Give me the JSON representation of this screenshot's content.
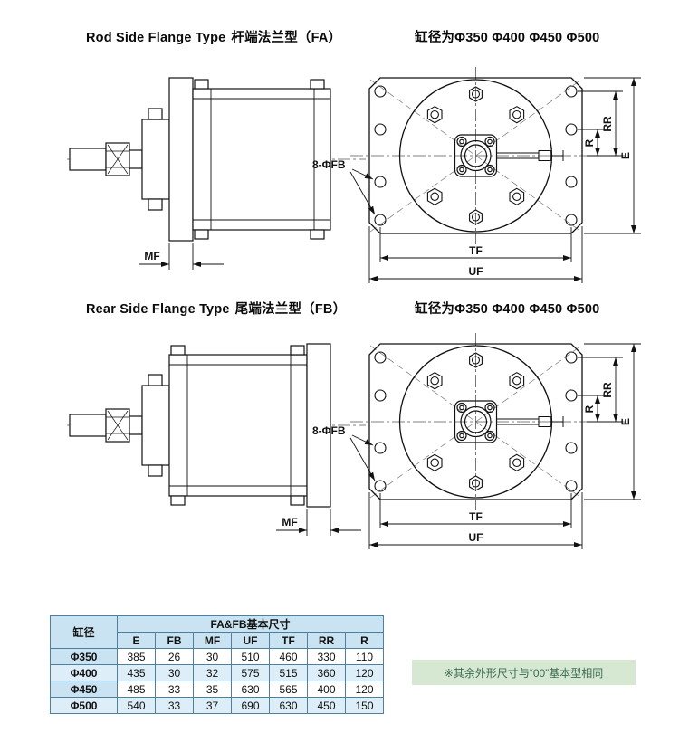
{
  "sections": [
    {
      "title_en": "Rod Side Flange Type",
      "title_zh": "杆端法兰型（FA）",
      "bore_note": "缸径为Φ350 Φ400 Φ450 Φ500",
      "dim_labels": {
        "mf": "MF",
        "fb_callout": "8-ΦFB",
        "tf": "TF",
        "uf": "UF",
        "r": "R",
        "rr": "RR",
        "e": "E"
      }
    },
    {
      "title_en": "Rear Side Flange Type",
      "title_zh": "尾端法兰型（FB）",
      "bore_note": "缸径为Φ350 Φ400 Φ450 Φ500",
      "dim_labels": {
        "mf": "MF",
        "fb_callout": "8-ΦFB",
        "tf": "TF",
        "uf": "UF",
        "r": "R",
        "rr": "RR",
        "e": "E"
      }
    }
  ],
  "table": {
    "bore_header": "缸径",
    "group_header": "FA&FB基本尺寸",
    "columns": [
      "E",
      "FB",
      "MF",
      "UF",
      "TF",
      "RR",
      "R"
    ],
    "rows": [
      {
        "bore": "Φ350",
        "values": [
          "385",
          "26",
          "30",
          "510",
          "460",
          "330",
          "110"
        ]
      },
      {
        "bore": "Φ400",
        "values": [
          "435",
          "30",
          "32",
          "575",
          "515",
          "360",
          "120"
        ]
      },
      {
        "bore": "Φ450",
        "values": [
          "485",
          "33",
          "35",
          "630",
          "565",
          "400",
          "120"
        ]
      },
      {
        "bore": "Φ500",
        "values": [
          "540",
          "33",
          "37",
          "690",
          "630",
          "450",
          "150"
        ]
      }
    ]
  },
  "note": {
    "text": "※其余外形尺寸与“00”基本型相同"
  },
  "colors": {
    "table_header_bg": "#c9e3f2",
    "table_alt_row_bg": "#ddeef8",
    "table_border": "#4f7f9e",
    "note_bg": "#d6e8d2",
    "note_text": "#3c6b4f",
    "line_color": "#111111"
  }
}
